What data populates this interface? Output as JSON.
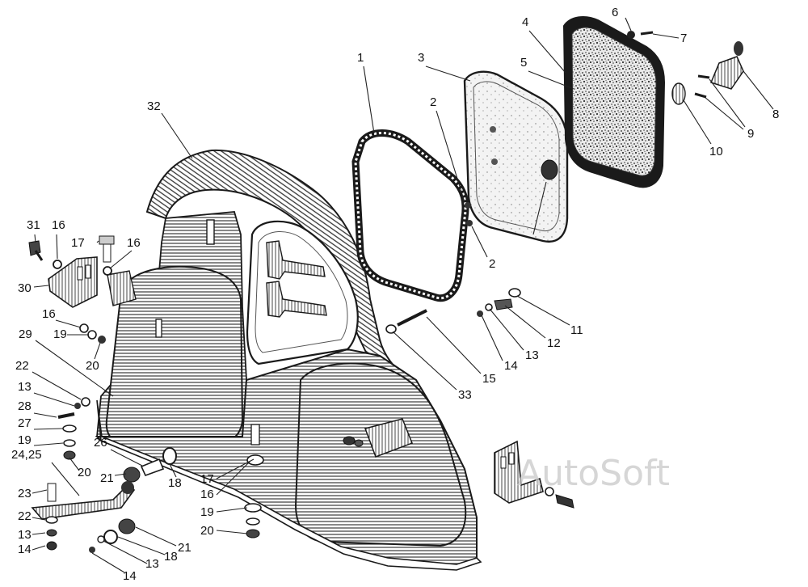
{
  "watermark": "AutoSoft",
  "callouts": [
    "1",
    "2",
    "2",
    "3",
    "4",
    "5",
    "6",
    "7",
    "8",
    "9",
    "10",
    "11",
    "12",
    "13",
    "14",
    "15",
    "33",
    "32",
    "31",
    "16",
    "17",
    "16",
    "30",
    "16",
    "19",
    "20",
    "29",
    "22",
    "13",
    "28",
    "27",
    "19",
    "20",
    "24,25",
    "26",
    "21",
    "18",
    "23",
    "22",
    "13",
    "14",
    "17",
    "16",
    "19",
    "20",
    "21",
    "18",
    "13",
    "14"
  ],
  "colors": {
    "ink": "#1a1a1a",
    "hatch": "#555555",
    "paper": "#ffffff"
  }
}
